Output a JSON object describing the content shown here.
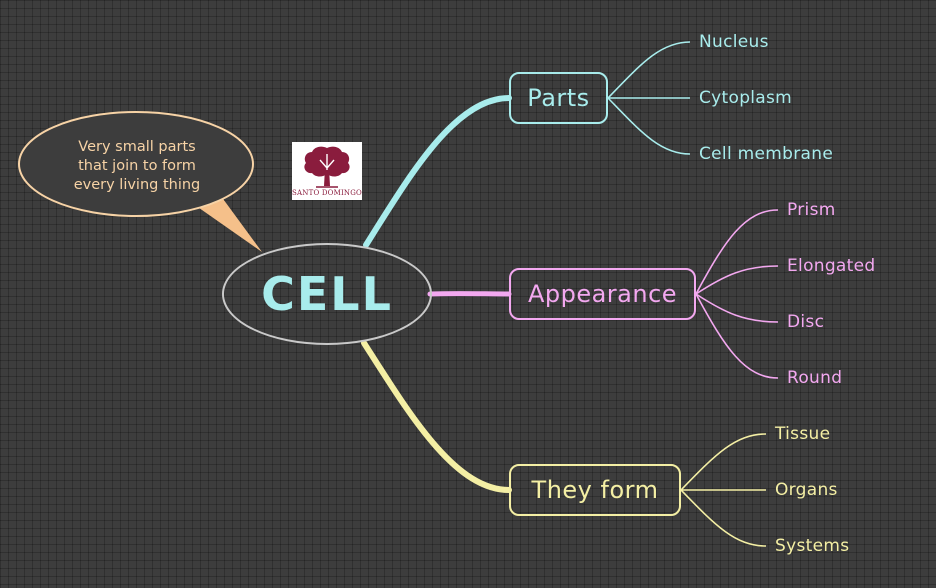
{
  "center": {
    "label": "CELL"
  },
  "callout": {
    "text": "Very small parts\nthat join to form\nevery living thing"
  },
  "logo": {
    "text": "SANTO DOMINGO"
  },
  "colors": {
    "background": "#3d3d3d",
    "parts": "#a8ecec",
    "appearance": "#f3a8f0",
    "they_form": "#f4efa4",
    "callout": "#f7d3a6",
    "center_border": "#c9c9c9",
    "logo": "#8a1c3d"
  },
  "branches": {
    "parts": {
      "label": "Parts",
      "children": [
        "Nucleus",
        "Cytoplasm",
        "Cell membrane"
      ]
    },
    "appearance": {
      "label": "Appearance",
      "children": [
        "Prism",
        "Elongated",
        "Disc",
        "Round"
      ]
    },
    "they_form": {
      "label": "They form",
      "children": [
        "Tissue",
        "Organs",
        "Systems"
      ]
    }
  }
}
